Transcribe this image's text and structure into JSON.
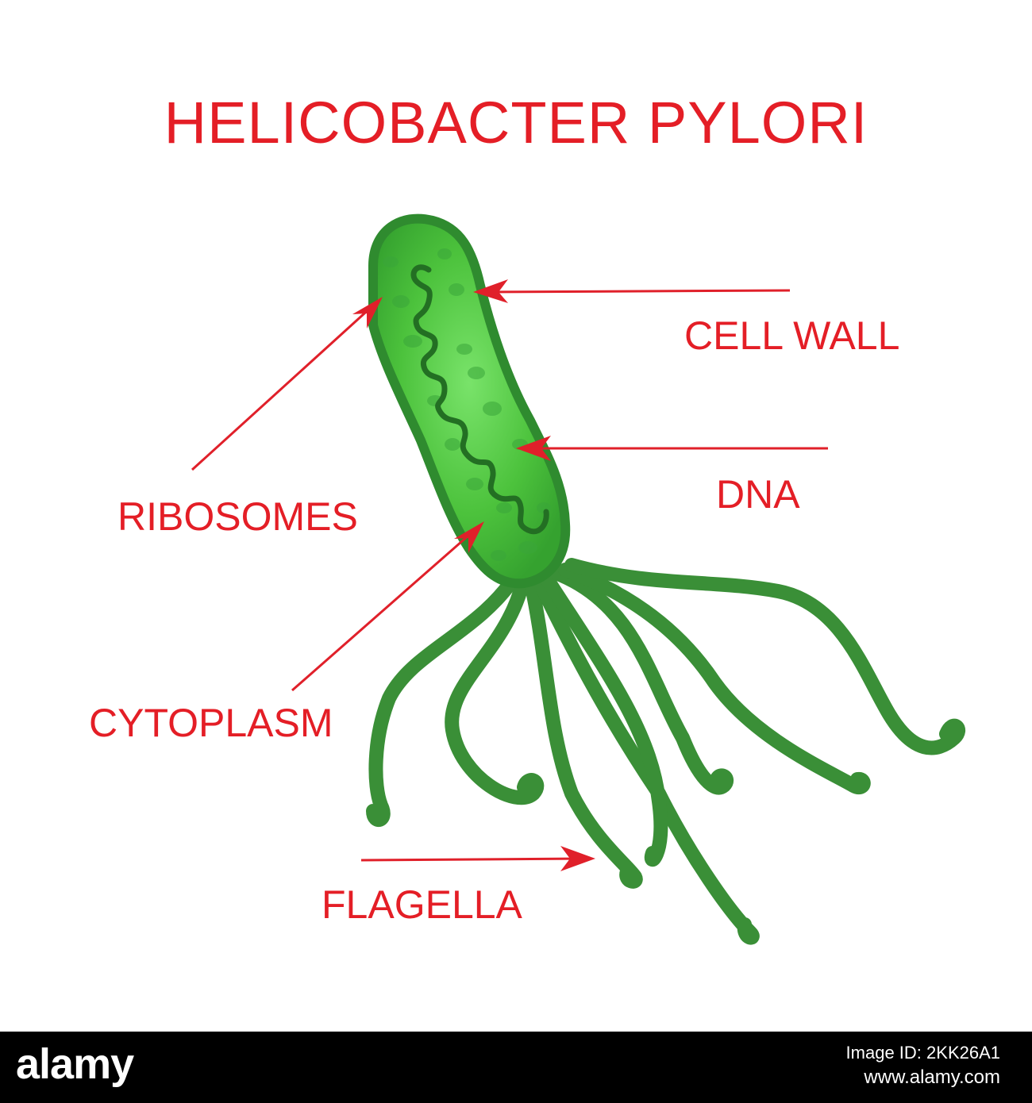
{
  "diagram": {
    "title": "HELICOBACTER PYLORI",
    "labels": {
      "cell_wall": "CELL WALL",
      "dna": "DNA",
      "ribosomes": "RIBOSOMES",
      "cytoplasm": "CYTOPLASM",
      "flagella": "FLAGELLA"
    }
  },
  "colors": {
    "label_red": "#e41e26",
    "arrow_red": "#e0202a",
    "cell_fill": "#4cc23c",
    "cell_outline": "#2f8b2f",
    "flagella_green": "#3a8f37"
  },
  "footer": {
    "watermark": "alamy",
    "image_id": "Image ID: 2KK26A1",
    "site": "www.alamy.com"
  }
}
